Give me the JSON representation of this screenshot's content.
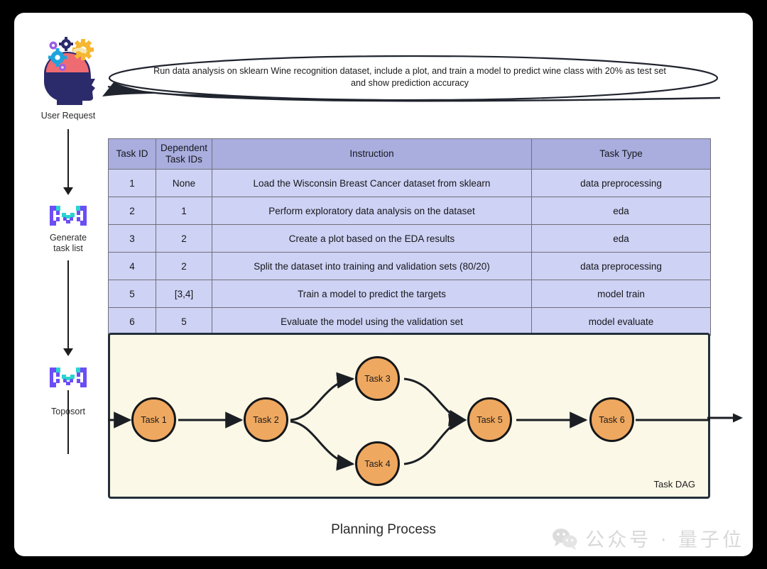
{
  "page": {
    "caption": "Planning Process",
    "background_color": "#000000",
    "card_color": "#ffffff"
  },
  "rail": {
    "steps": [
      {
        "label": "User Request",
        "icon": "brain-gears-icon"
      },
      {
        "label": "Generate\ntask list",
        "label_line1": "Generate",
        "label_line2": "task list",
        "icon": "pixel-robot-icon"
      },
      {
        "label": "Toposort",
        "icon": "pixel-robot-icon"
      }
    ]
  },
  "bubble": {
    "text": "Run data analysis on sklearn Wine recognition dataset, include a plot, and train a model to predict wine class with 20% as test set and show prediction accuracy"
  },
  "table": {
    "headers": [
      "Task ID",
      "Dependent Task IDs",
      "Instruction",
      "Task Type"
    ],
    "header_lines": {
      "col0": "Task ID",
      "col1_line1": "Dependent",
      "col1_line2": "Task IDs",
      "col2": "Instruction",
      "col3": "Task Type"
    },
    "header_bg": "#a9aedf",
    "cell_bg": "#ced2f4",
    "rows": [
      {
        "task_id": "1",
        "dependent": "None",
        "instruction": "Load the Wisconsin Breast Cancer dataset from sklearn",
        "task_type": "data preprocessing"
      },
      {
        "task_id": "2",
        "dependent": "1",
        "instruction": "Perform exploratory data analysis on the dataset",
        "task_type": "eda"
      },
      {
        "task_id": "3",
        "dependent": "2",
        "instruction": "Create a plot based on the EDA results",
        "task_type": "eda"
      },
      {
        "task_id": "4",
        "dependent": "2",
        "instruction": "Split the dataset into training and validation sets (80/20)",
        "task_type": "data preprocessing"
      },
      {
        "task_id": "5",
        "dependent": "[3,4]",
        "instruction": "Train a model to predict the targets",
        "task_type": "model train"
      },
      {
        "task_id": "6",
        "dependent": "5",
        "instruction": "Evaluate the model using the validation set",
        "task_type": "model evaluate"
      }
    ]
  },
  "dag": {
    "caption": "Task DAG",
    "background_color": "#fcf8e7",
    "node_color": "#efa860",
    "nodes": [
      {
        "id": "1",
        "label": "Task 1"
      },
      {
        "id": "2",
        "label": "Task 2"
      },
      {
        "id": "3",
        "label": "Task 3"
      },
      {
        "id": "4",
        "label": "Task 4"
      },
      {
        "id": "5",
        "label": "Task 5"
      },
      {
        "id": "6",
        "label": "Task 6"
      }
    ],
    "edges": [
      {
        "from": "1",
        "to": "2"
      },
      {
        "from": "2",
        "to": "3"
      },
      {
        "from": "2",
        "to": "4"
      },
      {
        "from": "3",
        "to": "5"
      },
      {
        "from": "4",
        "to": "5"
      },
      {
        "from": "5",
        "to": "6"
      }
    ]
  },
  "watermark": {
    "text": "公众号 · 量子位",
    "icon": "wechat-icon"
  }
}
